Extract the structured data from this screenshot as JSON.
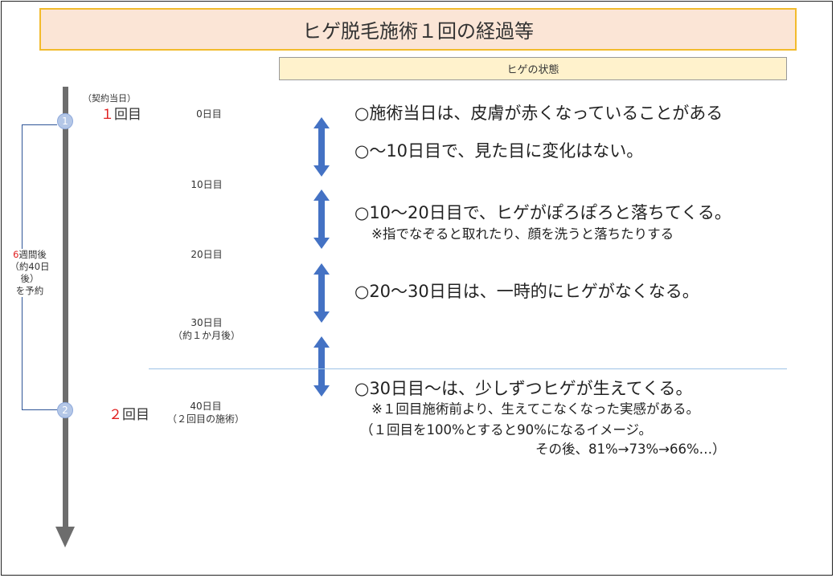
{
  "title": "ヒゲ脱毛施術１回の経過等",
  "state_header": "ヒゲの状態",
  "visits": [
    {
      "node": "1",
      "note": "（契約当日）",
      "num": "１",
      "suffix": "回目"
    },
    {
      "node": "2",
      "num": "２",
      "suffix": "回目"
    }
  ],
  "bracket": {
    "weeks_num": "6",
    "weeks_text": "週間後",
    "line2": "（約40日後）",
    "line3": "を予約"
  },
  "days": [
    {
      "line1": "0日目"
    },
    {
      "line1": "10日目"
    },
    {
      "line1": "20日目"
    },
    {
      "line1": "30日目",
      "line2": "（約１か月後）"
    },
    {
      "line1": "40日目",
      "line2": "（２回目の施術）"
    }
  ],
  "descriptions": {
    "d1": "○施術当日は、皮膚が赤くなっていることがある",
    "d2": "○～10日目で、見た目に変化はない。",
    "d3": "○10～20日目で、ヒゲがぽろぽろと落ちてくる。",
    "d3_note": "※指でなぞると取れたり、顔を洗うと落ちたりする",
    "d4": "○20～30日目は、一時的にヒゲがなくなる。",
    "d5": "○30日目～は、少しずつヒゲが生えてくる。",
    "d5_note1": "※１回目施術前より、生えてこなくなった実感がある。",
    "d5_note2": "（１回目を100%とすると90%になるイメージ。",
    "d5_note3": "その後、81%→73%→66%…）"
  },
  "colors": {
    "arrow": "#4472c4",
    "timeline": "#6d6d6d",
    "accent_red": "#e02020"
  }
}
